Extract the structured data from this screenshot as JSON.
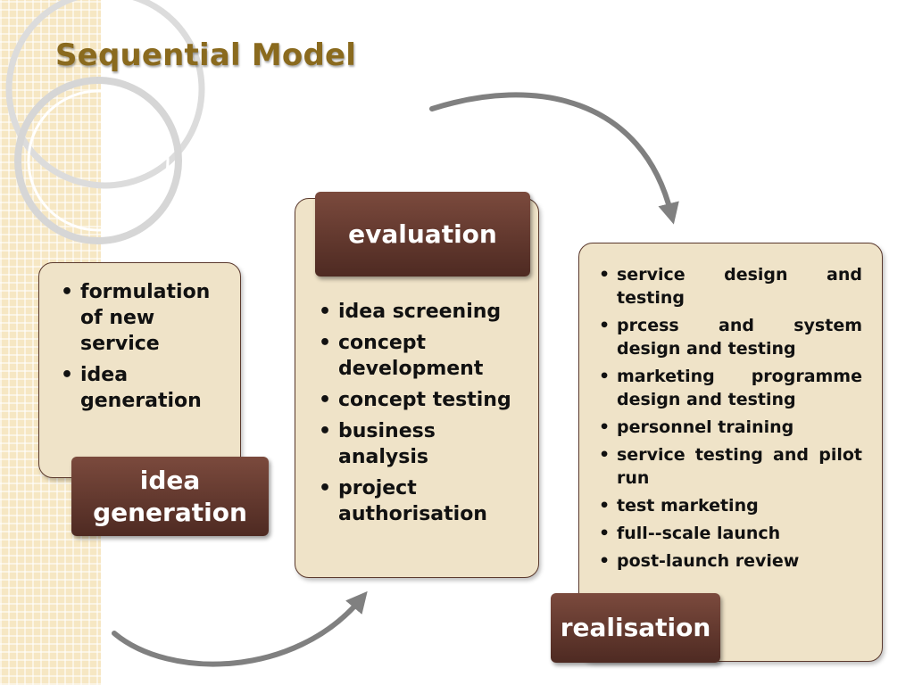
{
  "title": "Sequential Model",
  "stages": [
    {
      "label": "idea generation",
      "items": [
        "formulation of new service",
        "idea generation"
      ]
    },
    {
      "label": "evaluation",
      "items": [
        "idea screening",
        "concept development",
        "concept testing",
        "business analysis",
        "project authorisation"
      ]
    },
    {
      "label": "realisation",
      "items": [
        "service design and testing",
        "prcess and system design and testing",
        "marketing programme design and testing",
        "personnel training",
        "service testing and pilot run",
        "test marketing",
        "full--scale launch",
        "post-launch review"
      ]
    }
  ],
  "colors": {
    "label_fill": "#5f362c",
    "card_fill": "#efe3c8",
    "title": "#8a6a1e",
    "arrow": "#808080"
  }
}
